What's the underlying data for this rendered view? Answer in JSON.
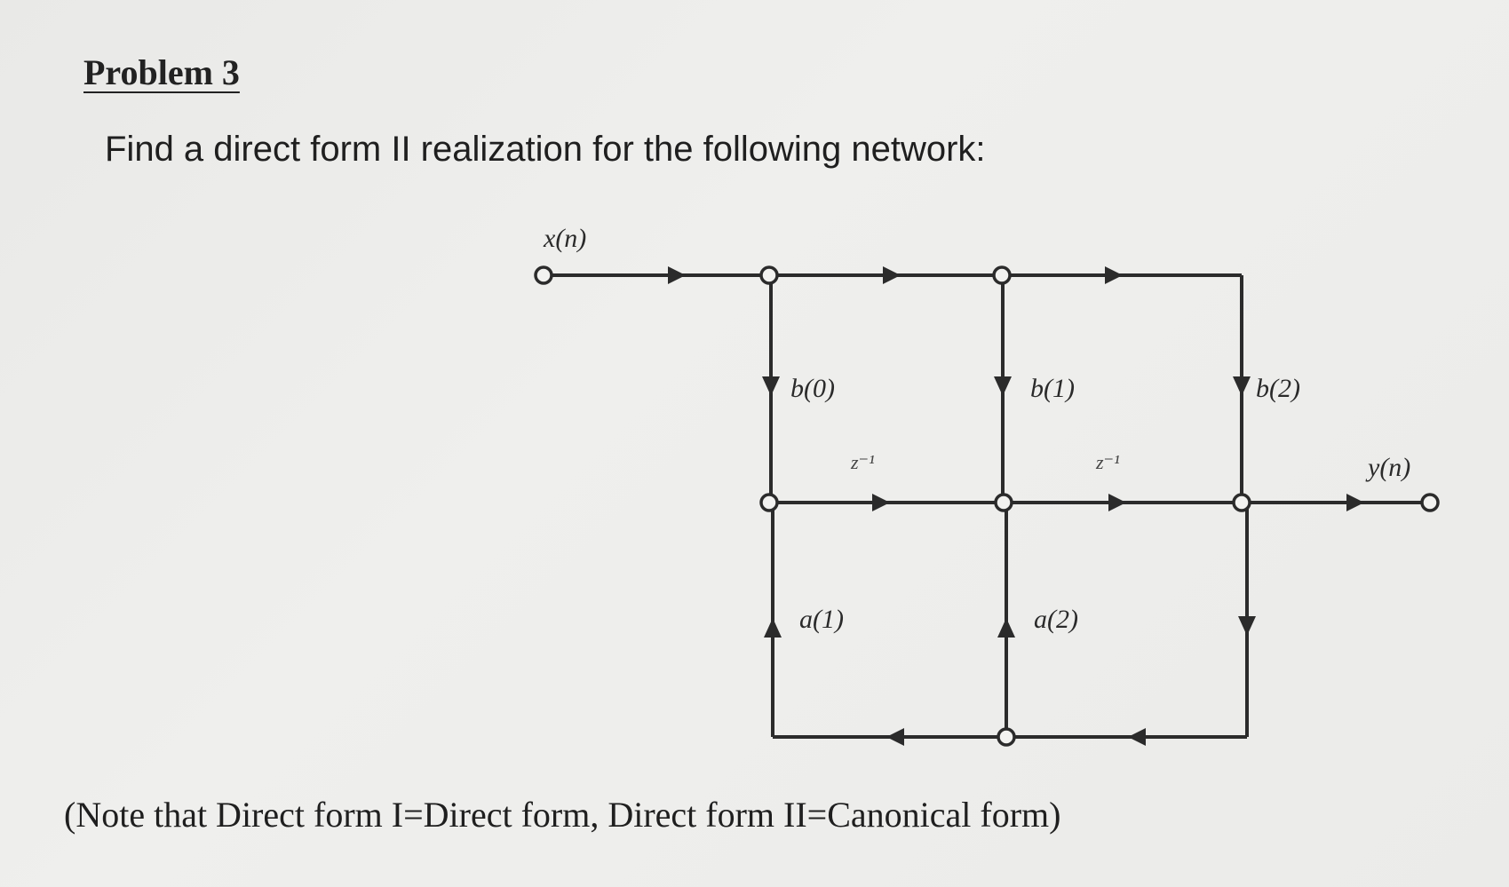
{
  "problem": {
    "title": "Problem 3",
    "prompt": "Find a direct form II realization for the following network:",
    "note": "(Note that Direct form I=Direct form, Direct form II=Canonical form)"
  },
  "diagram": {
    "input_label": "x(n)",
    "output_label": "y(n)",
    "coefficients": {
      "b0": "b(0)",
      "b1": "b(1)",
      "b2": "b(2)",
      "a1": "a(1)",
      "a2": "a(2)"
    },
    "delays": [
      "z⁻¹",
      "z⁻¹"
    ]
  },
  "colors": {
    "line": "#2b2b2b",
    "node_fill": "#f2f2f0"
  }
}
